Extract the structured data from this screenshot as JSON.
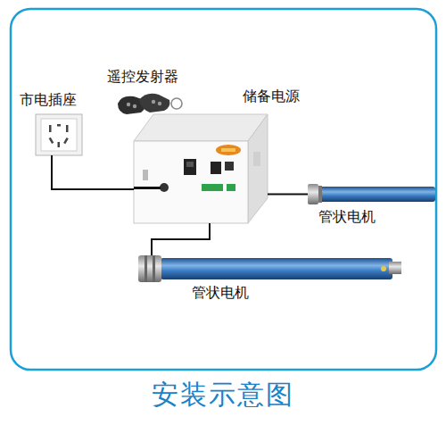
{
  "diagram": {
    "title": "安装示意图",
    "nodes": [
      {
        "text": [
          "市电插座"
        ]
      },
      {
        "text": [
          "遥控发射器"
        ]
      },
      {
        "text": [
          "储备电源"
        ]
      },
      {
        "text": [
          "管状电机"
        ]
      },
      {
        "text": [
          "管状电机"
        ]
      }
    ],
    "edges": [
      {
        "from": 0,
        "to": 2,
        "arrow": "none"
      },
      {
        "from": 2,
        "to": 3,
        "arrow": "none"
      },
      {
        "from": 2,
        "to": 4,
        "arrow": "none"
      }
    ]
  }
}
